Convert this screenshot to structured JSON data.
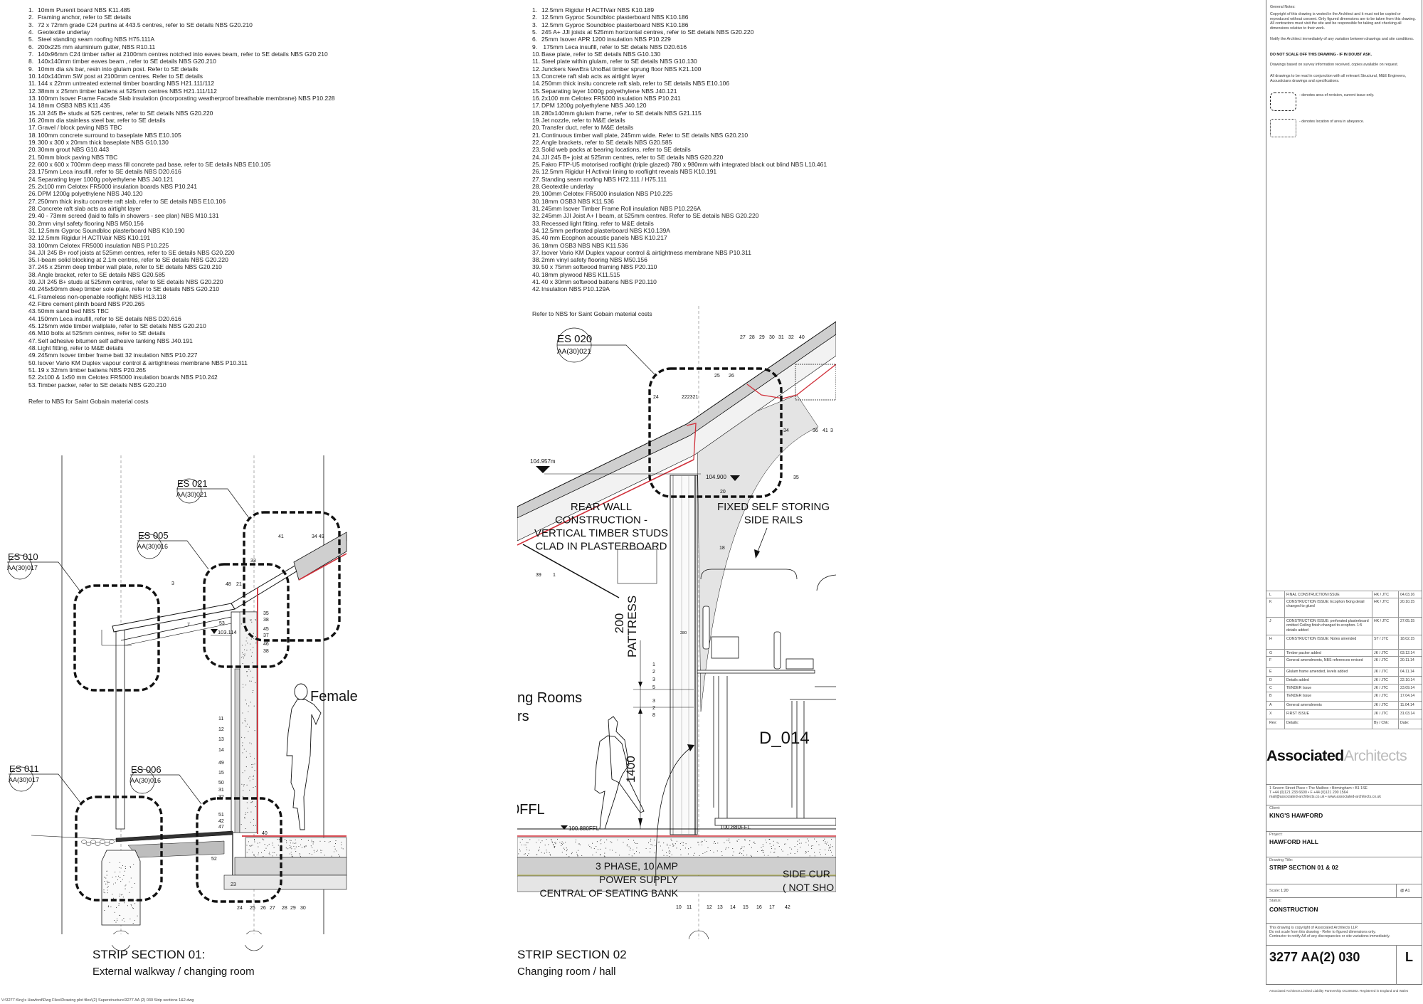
{
  "notes_section_01": {
    "items": [
      {
        "n": "1.",
        "text": "10mm Purenit board NBS K11.485"
      },
      {
        "n": "2.",
        "text": "Framing anchor, refer to SE details"
      },
      {
        "n": "3.",
        "text": "72 x 72mm grade C24 purlins at 443.5 centres, refer to SE details NBS G20.210"
      },
      {
        "n": "4.",
        "text": "Geotextile underlay"
      },
      {
        "n": "5.",
        "text": "Steel standing seam roofing NBS H75.111A"
      },
      {
        "n": "6.",
        "text": "200x225 mm aluminium gutter, NBS R10.11"
      },
      {
        "n": "7.",
        "text": "140x96mm C24 timber rafter at 2100mm centres notched into eaves beam, refer to SE details NBS G20.210"
      },
      {
        "n": "8.",
        "text": "140x140mm timber eaves beam , refer to SE details NBS G20.210"
      },
      {
        "n": "9.",
        "text": "10mm dia s/s bar, resin into glulam post.  Refer to SE details"
      },
      {
        "n": "10.",
        "text": "140x140mm SW post at 2100mm centres.  Refer to SE details"
      },
      {
        "n": "11.",
        "text": "144 x 22mm untreated external timber boarding NBS H21.111/112"
      },
      {
        "n": "12.",
        "text": "38mm x 25mm timber battens at 525mm centres NBS H21.111/112"
      },
      {
        "n": "13.",
        "text": "100mm Isover Frame Facade Slab insulation (incorporating weatherproof breathable membrane) NBS P10.228"
      },
      {
        "n": "14.",
        "text": "18mm OSB3 NBS K11.435"
      },
      {
        "n": "15.",
        "text": "JJI 245 B+ studs at 525 centres, refer to SE details NBS G20.220"
      },
      {
        "n": "16.",
        "text": "20mm dia stainless steel bar, refer to SE details"
      },
      {
        "n": "17.",
        "text": "Gravel / block paving NBS TBC"
      },
      {
        "n": "18.",
        "text": "100mm concrete surround to baseplate NBS E10.105"
      },
      {
        "n": "19.",
        "text": "300 x 300 x 20mm thick baseplate NBS G10.130"
      },
      {
        "n": "20.",
        "text": "30mm grout NBS G10.443"
      },
      {
        "n": "21.",
        "text": "50mm block paving NBS TBC"
      },
      {
        "n": "22.",
        "text": "600 x 600 x 700mm deep mass fill concrete pad base, refer to SE details NBS E10.105"
      },
      {
        "n": "23.",
        "text": "175mm Leca insufill, refer to SE details NBS D20.616"
      },
      {
        "n": "24.",
        "text": "Separating layer 1000g polyethylene NBS J40.121"
      },
      {
        "n": "25.",
        "text": "2x100 mm Celotex FR5000 insulation boards NBS P10.241"
      },
      {
        "n": "26.",
        "text": "DPM 1200g polyethylene NBS J40.120"
      },
      {
        "n": "27.",
        "text": "250mm thick insitu concrete raft slab, refer to SE details NBS E10.106"
      },
      {
        "n": "28.",
        "text": "Concrete raft slab acts as airtight layer"
      },
      {
        "n": "29.",
        "text": "40 - 73mm screed (laid to falls in showers - see plan) NBS M10.131"
      },
      {
        "n": "30.",
        "text": "2mm vinyl safety flooring NBS M50.156"
      },
      {
        "n": "31.",
        "text": "12.5mm Gyproc Soundbloc plasterboard NBS K10.190"
      },
      {
        "n": "32.",
        "text": "12.5mm Rigidur H ACTIVair NBS K10.191"
      },
      {
        "n": "33.",
        "text": "100mm Celotex FR5000 insulation NBS P10.225"
      },
      {
        "n": "34.",
        "text": "JJI 245 B+ roof joists at 525mm centres, refer to SE details NBS G20.220"
      },
      {
        "n": "35.",
        "text": "I-beam solid blocking at 2.1m centres, refer to SE details NBS G20.220"
      },
      {
        "n": "37.",
        "text": "245 x 25mm deep timber wall plate, refer to SE details NBS G20.210"
      },
      {
        "n": "38.",
        "text": "Angle bracket, refer to SE details NBS G20.585"
      },
      {
        "n": "39.",
        "text": "JJI 245 B+ studs at 525mm centres, refer to SE details NBS G20.220"
      },
      {
        "n": "40.",
        "text": "245x50mm deep timber sole plate, refer to SE details NBS G20.210"
      },
      {
        "n": "41.",
        "text": "Frameless non-openable rooflight NBS H13.118"
      },
      {
        "n": "42.",
        "text": "Fibre cement plinth board NBS P20.265"
      },
      {
        "n": "43.",
        "text": "50mm sand bed NBS TBC"
      },
      {
        "n": "44.",
        "text": "150mm Leca insufill, refer to SE details NBS D20.616"
      },
      {
        "n": "45.",
        "text": "125mm wide timber wallplate, refer to SE details NBS G20.210"
      },
      {
        "n": "46.",
        "text": "M10 bolts at 525mm centres, refer to SE details"
      },
      {
        "n": "47.",
        "text": "Self adhesive bitumen self adhesive tanking NBS J40.191"
      },
      {
        "n": "48.",
        "text": "Light fitting, refer to M&E details"
      },
      {
        "n": "49.",
        "text": "245mm Isover timber frame batt 32 insulation NBS P10.227"
      },
      {
        "n": "50.",
        "text": "Isover Vario KM Duplex vapour control & airtightness membrane NBS P10.311"
      },
      {
        "n": "51.",
        "text": "19 x 32mm timber battens NBS P20.265"
      },
      {
        "n": "52.",
        "text": "2x100 & 1x50 mm Celotex FR5000 insulation boards NBS P10.242"
      },
      {
        "n": "53.",
        "text": "Timber packer, refer to SE details NBS G20.210"
      }
    ],
    "refer": "Refer to NBS for Saint Gobain material costs"
  },
  "notes_section_02": {
    "items": [
      {
        "n": "1.",
        "text": "12.5mm Rigidur H ACTIVair NBS K10.189"
      },
      {
        "n": "2.",
        "text": "12.5mm Gyproc Soundbloc plasterboard NBS K10.186"
      },
      {
        "n": "3.",
        "text": "12.5mm Gyproc Soundbloc plasterboard NBS K10.186"
      },
      {
        "n": "5.",
        "text": "245 A+ JJI joists at 525mm horizontal centres, refer to SE details NBS G20.220"
      },
      {
        "n": "6.",
        "text": "25mm Isover APR 1200 insulation NBS P10.229"
      },
      {
        "n": "9.",
        "text": " 175mm Leca insufill, refer to SE details NBS D20.616"
      },
      {
        "n": "10.",
        "text": "Base plate, refer to SE details NBS G10.130"
      },
      {
        "n": "11.",
        "text": "Steel plate within glulam, refer to SE details NBS G10.130"
      },
      {
        "n": "12.",
        "text": "Junckers NewEra UnoBat timber sprung floor NBS K21.100"
      },
      {
        "n": "13.",
        "text": "Concrete raft slab acts as airtight layer"
      },
      {
        "n": "14.",
        "text": "250mm thick insitu concrete raft slab, refer to SE details NBS E10.106"
      },
      {
        "n": "15.",
        "text": "Separating layer 1000g polyethylene NBS J40.121"
      },
      {
        "n": "16.",
        "text": "2x100 mm Celotex FR5000 insulation NBS P10.241"
      },
      {
        "n": "17.",
        "text": "DPM 1200g polyethylene NBS J40.120"
      },
      {
        "n": "18.",
        "text": "280x140mm glulam frame, refer to SE details NBS G21.115"
      },
      {
        "n": "19.",
        "text": "Jet nozzle, refer to M&E details"
      },
      {
        "n": "20.",
        "text": "Transfer duct, refer to M&E details"
      },
      {
        "n": "21.",
        "text": "Continuous timber wall plate, 245mm wide. Refer to SE details NBS G20.210"
      },
      {
        "n": "22.",
        "text": "Angle brackets, refer to SE details NBS G20.585"
      },
      {
        "n": "23.",
        "text": "Solid web packs at bearing locations, refer to SE details"
      },
      {
        "n": "24.",
        "text": "JJI 245 B+ joist at 525mm centres, refer to SE details NBS G20.220"
      },
      {
        "n": "25.",
        "text": "Fakro FTP-U5 motorised rooflight (triple glazed) 780 x 980mm with integrated black out blind NBS L10.461"
      },
      {
        "n": "26.",
        "text": "12.5mm Rigidur H Activair lining to rooflight reveals NBS K10.191"
      },
      {
        "n": "27.",
        "text": "Standing seam roofing NBS H72.111 / H75.111"
      },
      {
        "n": "28.",
        "text": "Geotextile underlay"
      },
      {
        "n": "29.",
        "text": "100mm Celotex FR5000 insulation NBS P10.225"
      },
      {
        "n": "30.",
        "text": "18mm OSB3 NBS K11.536"
      },
      {
        "n": "31.",
        "text": "245mm Isover Timber Frame Roll insulation NBS P10.226A"
      },
      {
        "n": "32.",
        "text": "245mm JJI Joist A+ I beam, at 525mm centres. Refer to SE details NBS G20.220"
      },
      {
        "n": "33.",
        "text": "Recessed light fitting, refer to M&E details"
      },
      {
        "n": "34.",
        "text": "12.5mm perforated plasterboard NBS K10.139A"
      },
      {
        "n": "35.",
        "text": "40 mm Ecophon acoustic panels NBS K10.217"
      },
      {
        "n": "36.",
        "text": "18mm OSB3 NBS NBS K11.536"
      },
      {
        "n": "37.",
        "text": "Isover Vario KM Duplex vapour control & airtightness membrane NBS P10.311"
      },
      {
        "n": "38.",
        "text": "2mm vinyl safety flooring NBS M50.156"
      },
      {
        "n": "39.",
        "text": "50 x 75mm softwood framing NBS P20.110"
      },
      {
        "n": "40.",
        "text": "18mm plywood NBS K11.515"
      },
      {
        "n": "41.",
        "text": "40 x 30mm softwood battens NBS P20.110"
      },
      {
        "n": "42.",
        "text": "Insulation NBS P10.129A"
      }
    ],
    "refer": "Refer to NBS for Saint Gobain material costs"
  },
  "section_01": {
    "title": "STRIP SECTION 01:",
    "subtitle": "External walkway / changing room",
    "room_label": "Female",
    "level": "103.114",
    "details": [
      {
        "code": "ES 010",
        "ref": "AA(30)017"
      },
      {
        "code": "ES 005",
        "ref": "AA(30)016"
      },
      {
        "code": "ES 021",
        "ref": "AA(30)021"
      },
      {
        "code": "ES 011",
        "ref": "AA(30)017"
      },
      {
        "code": "ES 006",
        "ref": "AA(30)016"
      }
    ],
    "callouts": [
      "3",
      "7",
      "48",
      "21",
      "33",
      "41",
      "34 49",
      "35",
      "38",
      "53",
      "45",
      "37",
      "46",
      "38",
      "11",
      "12",
      "13",
      "14",
      "49",
      "15",
      "50",
      "31",
      "32",
      "51",
      "42",
      "47",
      "40",
      "52",
      "23",
      "24",
      "25",
      "26",
      "27",
      "28",
      "29",
      "30"
    ]
  },
  "section_02": {
    "title": "STRIP SECTION 02",
    "subtitle": "Changing room / hall",
    "detail": {
      "code": "ES 020",
      "ref": "AA(30)021"
    },
    "level_high": "104.957m",
    "level_mid": "104.900",
    "level_floor_left": "100.880FFL",
    "level_floor_right": "100.880FFL",
    "room_label_1": "ng Rooms",
    "room_label_2": "rs",
    "ffl_label": "0FFL",
    "room_code": "D_014",
    "dim_pattress": "200",
    "pattress_label": "PATTRESS",
    "dim_height": "1400",
    "dim_wall": "280",
    "rear_wall_note": [
      "REAR WALL",
      "CONSTRUCTION -",
      "VERTICAL TIMBER STUDS",
      "CLAD IN PLASTERBOARD"
    ],
    "side_rails_note": [
      "FIXED SELF STORING",
      "SIDE RAILS"
    ],
    "power_note": [
      "3 PHASE, 10 AMP",
      "POWER SUPPLY",
      "CENTRAL OF SEATING BANK"
    ],
    "curtain_note": [
      "SIDE CUR",
      "( NOT SHO"
    ],
    "callouts": [
      "27",
      "28",
      "29",
      "30",
      "31",
      "32",
      "40",
      "25",
      "26",
      "24",
      "222321",
      "34",
      "36",
      "41",
      "3",
      "35",
      "20",
      "18",
      "39",
      "1",
      "1",
      "2",
      "3",
      "5",
      "3",
      "2",
      "8",
      "10",
      "11",
      "12",
      "13",
      "14",
      "15",
      "16",
      "17",
      "42"
    ]
  },
  "title_block": {
    "general_notes_title": "General Notes:",
    "general_notes": [
      "Copyright of this drawing is vested in the Architect and it must not be copied or reproduced without consent. Only figured dimensions are to be taken from this drawing.  All contractors must visit the site and be responsible for taking and checking all dimensions relative to their work.",
      "Notify the Architect immediately of any variation between drawings and site conditions."
    ],
    "warning": "DO NOT SCALE OFF THIS DRAWING - IF IN DOUBT ASK.",
    "general_notes_2": [
      "Drawings based on survey information received, copies available on request.",
      "All drawings to be read in conjunction with all relevant Structural, M&E Engineers, Acousticians drawings and specifications."
    ],
    "legend_revision": "- denotes area of revision, current issue only.",
    "legend_abeyance": "- denotes location of area in abeyance.",
    "revisions": [
      {
        "rev": "L",
        "details": "FINAL CONSTRUCTION ISSUE",
        "by": "HK / JTC",
        "date": "04.03.16"
      },
      {
        "rev": "K",
        "details": "CONSTRUCTION ISSUE: Ecophon fixing detail changed to glued",
        "by": "HK / JTC",
        "date": "20.10.15"
      },
      {
        "rev": "J",
        "details": "CONSTRUCTION ISSUE: perforated plasterboard omitted Ceiling finish changed to ecophon. 1:5 details added",
        "by": "HK / JTC",
        "date": "27.05.15"
      },
      {
        "rev": "H",
        "details": "CONSTRUCTION ISSUE: Notes amended",
        "by": "ST / JTC",
        "date": "18.02.15"
      },
      {
        "rev": "G",
        "details": "Timber packer added",
        "by": "JK / JTC",
        "date": "03.12.14"
      },
      {
        "rev": "F",
        "details": "General amendments, NBS references revised",
        "by": "JK / JTC",
        "date": "20.11.14"
      },
      {
        "rev": "E",
        "details": "Glulam frame amended, levels added",
        "by": "JK / JTC",
        "date": "04.11.14"
      },
      {
        "rev": "D",
        "details": "Details added",
        "by": "JK / JTC",
        "date": "22.10.14"
      },
      {
        "rev": "C",
        "details": "TENDER Issue",
        "by": "JK / JTC",
        "date": "23.09.14"
      },
      {
        "rev": "B",
        "details": "TENDER Issue",
        "by": "JK / JTC",
        "date": "17.04.14"
      },
      {
        "rev": "A",
        "details": "General amendments",
        "by": "JK / JTC",
        "date": "11.04.14"
      },
      {
        "rev": "X",
        "details": "FIRST ISSUE",
        "by": "JK / JTC",
        "date": "31.03.14"
      }
    ],
    "rev_header": {
      "rev": "Rev:",
      "details": "Details:",
      "by": "By / Chk:",
      "date": "Date:"
    },
    "logo_bold": "Associated",
    "logo_light": "Architects",
    "address": [
      "1 Severn Street Place • The Mailbox • Birmingham • B1 1SE",
      "T +44 (0)121 233 6600 • F +44 (0)121 200 1564",
      "mail@associated-architects.co.uk • www.associated-architects.co.uk"
    ],
    "client_label": "Client:",
    "client": "KING'S HAWFORD",
    "project_label": "Project:",
    "project": "HAWFORD HALL",
    "drawing_title_label": "Drawing Title:",
    "drawing_title": "STRIP SECTION 01 & 02",
    "scale_label": "Scale:",
    "scale": "1:20",
    "sheet": "@ A1",
    "status_label": "Status:",
    "status": "CONSTRUCTION",
    "copyright": [
      "This drawing is copyright of Associated Architects LLP.",
      "Do not scale from this drawing - Refer to figured dimensions only.",
      "Contractor to notify AA of any discrepancies or site variations immediately."
    ],
    "drawing_number": "3277 AA(2) 030",
    "revision": "L",
    "footer": "Associated Architects Limited Liability Partnership OC306302. Registered in England and Wales"
  },
  "file_path": "V:\\3277 King's Hawford\\Dwg Files\\Drawing plot files\\(2) Superstructure\\3277 AA (2) 030 Strip sections 1&2.dwg",
  "colors": {
    "line": "#111111",
    "membrane": "#d0303a",
    "fill_grey": "#d8d8d8",
    "logo_light": "#bbbbbb"
  }
}
